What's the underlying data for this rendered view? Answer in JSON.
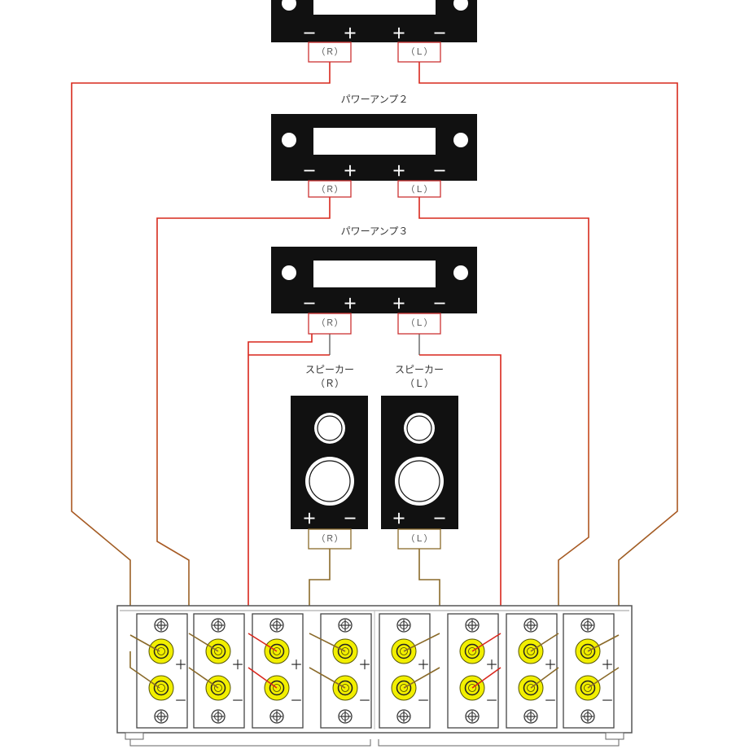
{
  "labels": {
    "amp2": "パワーアンプ２",
    "amp3": "パワーアンプ３",
    "speaker": "スピーカー",
    "ch_r": "（Ｒ）",
    "ch_l": "（Ｌ）",
    "plus": "＋",
    "minus": "－"
  },
  "colors": {
    "panel": "#111111",
    "wire_red": "#d9261c",
    "wire_brown": "#8a6a2a",
    "terminal_yellow": "#f2ef00",
    "jack_box": "#cc3333"
  },
  "switcher": {
    "channel_count": 8
  }
}
